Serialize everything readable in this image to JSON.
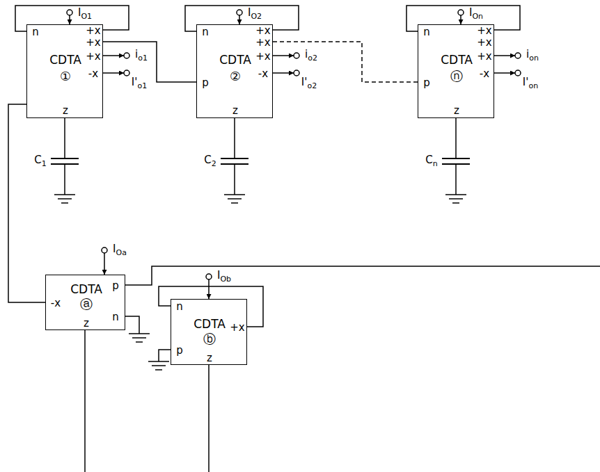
{
  "diagram": {
    "nodes": [
      {
        "text": [
          "n",
          "CDTA",
          "①",
          "+x",
          "+x",
          "+x",
          "-x",
          "z"
        ]
      },
      {
        "text": [
          "n",
          "CDTA",
          "②",
          "p",
          "+x",
          "+x",
          "+x",
          "-x",
          "z"
        ]
      },
      {
        "text": [
          "n",
          "CDTA",
          "ⓝ",
          "p",
          "+x",
          "+x",
          "+x",
          "-x",
          "z"
        ]
      },
      {
        "text": [
          "CDTA",
          "ⓐ",
          "-x",
          "p",
          "n",
          "z"
        ]
      },
      {
        "text": [
          "n",
          "CDTA",
          "ⓑ",
          "p",
          "+x",
          "z"
        ]
      }
    ],
    "edges": [
      {
        "from": 0,
        "to": 1,
        "arrow": "none"
      },
      {
        "from": 1,
        "to": 2,
        "arrow": "none"
      },
      {
        "from": 0,
        "to": 3,
        "arrow": "none"
      }
    ],
    "labels": [
      "IO1",
      "io1",
      "I'o1",
      "C1",
      "IO2",
      "io2",
      "I'o2",
      "C2",
      "IOn",
      "ion",
      "I'on",
      "Cn",
      "IOa",
      "IOb"
    ]
  }
}
